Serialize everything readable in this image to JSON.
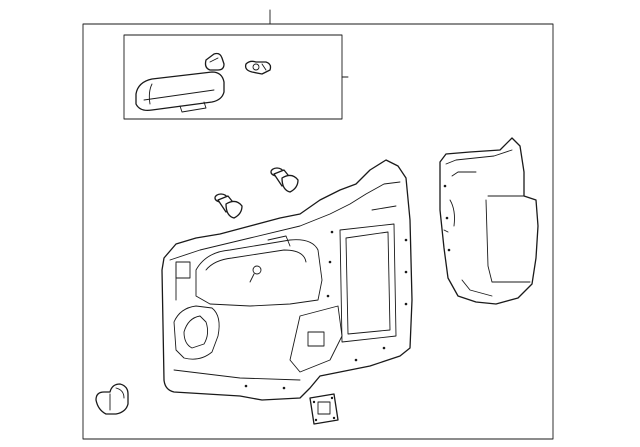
{
  "diagram": {
    "style": "exploded parts line drawing",
    "colors": {
      "line": "#1a1a1a",
      "background": "#ffffff"
    },
    "parts": [
      "inset-box-armrest-cover",
      "clip-a",
      "clip-b",
      "door-trim-panel",
      "push-pin-clip-a",
      "push-pin-clip-b",
      "quarter-trim-panel",
      "retainer-clip",
      "cover-plate"
    ]
  }
}
